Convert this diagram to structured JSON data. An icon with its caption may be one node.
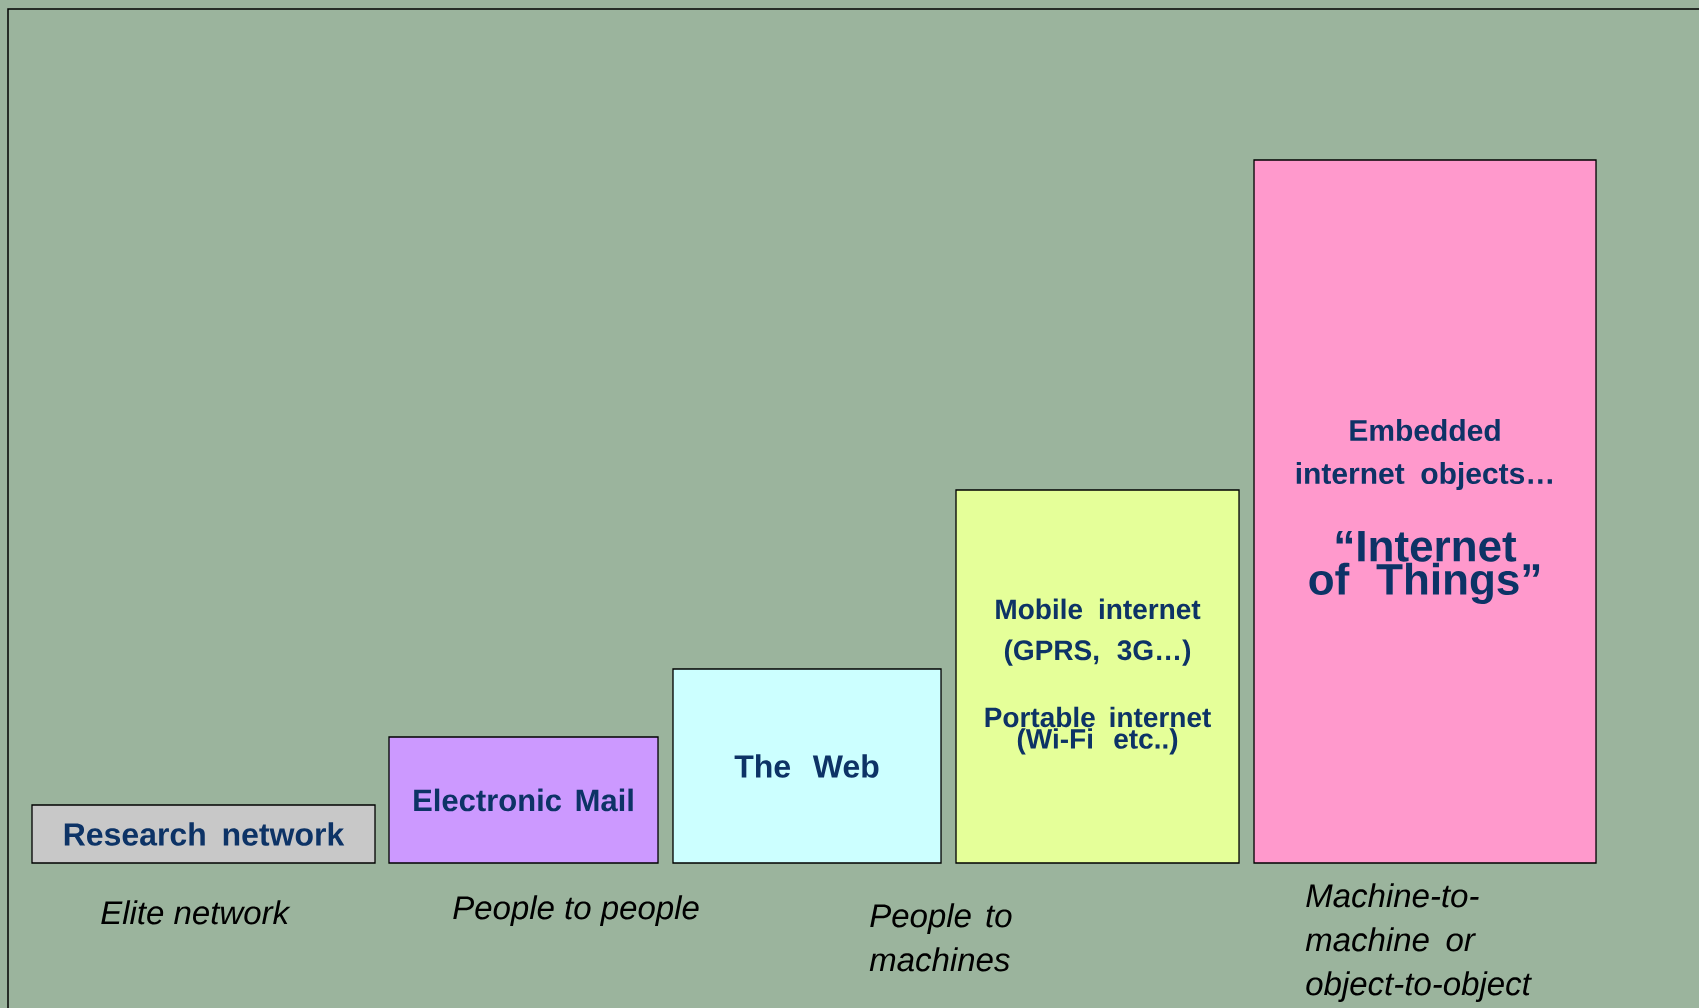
{
  "diagram": {
    "nodes": [
      {
        "text": [
          "Research network"
        ]
      },
      {
        "text": [
          "Electronic Mail"
        ]
      },
      {
        "text": [
          "The Web"
        ]
      },
      {
        "text": [
          "Mobile internet (GPRS, 3G…)",
          "Portable internet (Wi-Fi etc..)"
        ]
      },
      {
        "text": [
          "Embedded internet objects…",
          "“Internet of Things”"
        ]
      }
    ],
    "labels": [
      "Elite network",
      "People to people",
      "People to machines",
      "Machine-to-machine or object-to-object"
    ]
  }
}
